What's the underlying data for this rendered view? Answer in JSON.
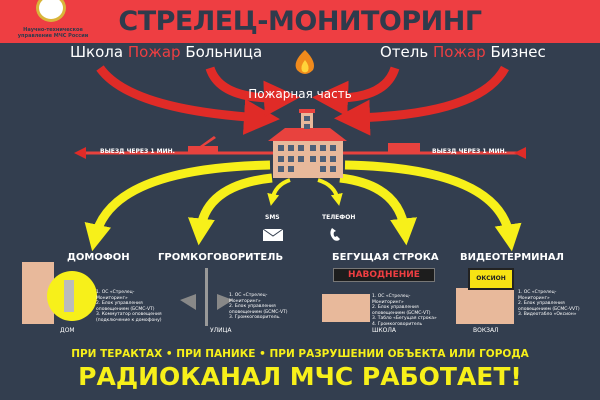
{
  "header": {
    "title": "СТРЕЛЕЦ-МОНИТОРИНГ",
    "org_caption": "Научно-техническое управление МЧС России"
  },
  "left_objects": {
    "a": "Школа",
    "fire": "Пожар",
    "b": "Больница"
  },
  "right_objects": {
    "a": "Отель",
    "fire": "Пожар",
    "b": "Бизнес"
  },
  "station": {
    "label": "Пожарная часть",
    "exit_left": "ВЫЕЗД ЧЕРЕЗ 1 МИН.",
    "exit_right": "ВЫЕЗД ЧЕРЕЗ 1 МИН."
  },
  "channels": {
    "sms": "SMS",
    "phone": "ТЕЛЕФОН"
  },
  "sections": [
    {
      "title": "ДОМОФОН",
      "place": "ДОМ",
      "items": [
        "1. ОС «Стрелец-Мониторинг»",
        "2. Блок управления оповещением (БСМС-VT)",
        "3. Коммутатор оповещения (подключение к домофону)"
      ]
    },
    {
      "title": "ГРОМКОГОВОРИТЕЛЬ",
      "place": "УЛИЦА",
      "items": [
        "1. ОС «Стрелец-Мониторинг»",
        "2. Блок управления оповещением (БСМС-VT)",
        "3. Громкоговоритель."
      ]
    },
    {
      "title": "БЕГУЩАЯ СТРОКА",
      "place": "ШКОЛА",
      "display": "НАВОДНЕНИЕ",
      "items": [
        "1. ОС «Стрелец-Мониторинг»",
        "2. Блок управления оповещением (БСМС-VT)",
        "3. Табло «Бегущая строка»",
        "4. Громкоговоритель"
      ]
    },
    {
      "title": "ВИДЕОТЕРМИНАЛ",
      "place": "ВОКЗАЛ",
      "display": "ОКСИОН",
      "items": [
        "1. ОС «Стрелец-Мониторинг»",
        "2. Блок управления оповещением (БСМС-VVT)",
        "3. Видеотабло «Оксион»"
      ]
    }
  ],
  "footer": {
    "line1": "ПРИ ТЕРАКТАХ • ПРИ ПАНИКЕ • ПРИ РАЗРУШЕНИИ ОБЪЕКТА ИЛИ ГОРОДА",
    "line2": "РАДИОКАНАЛ МЧС РАБОТАЕТ!"
  },
  "colors": {
    "red": "#ee3e42",
    "yellow": "#f7f01a",
    "background": "#333e4f"
  }
}
